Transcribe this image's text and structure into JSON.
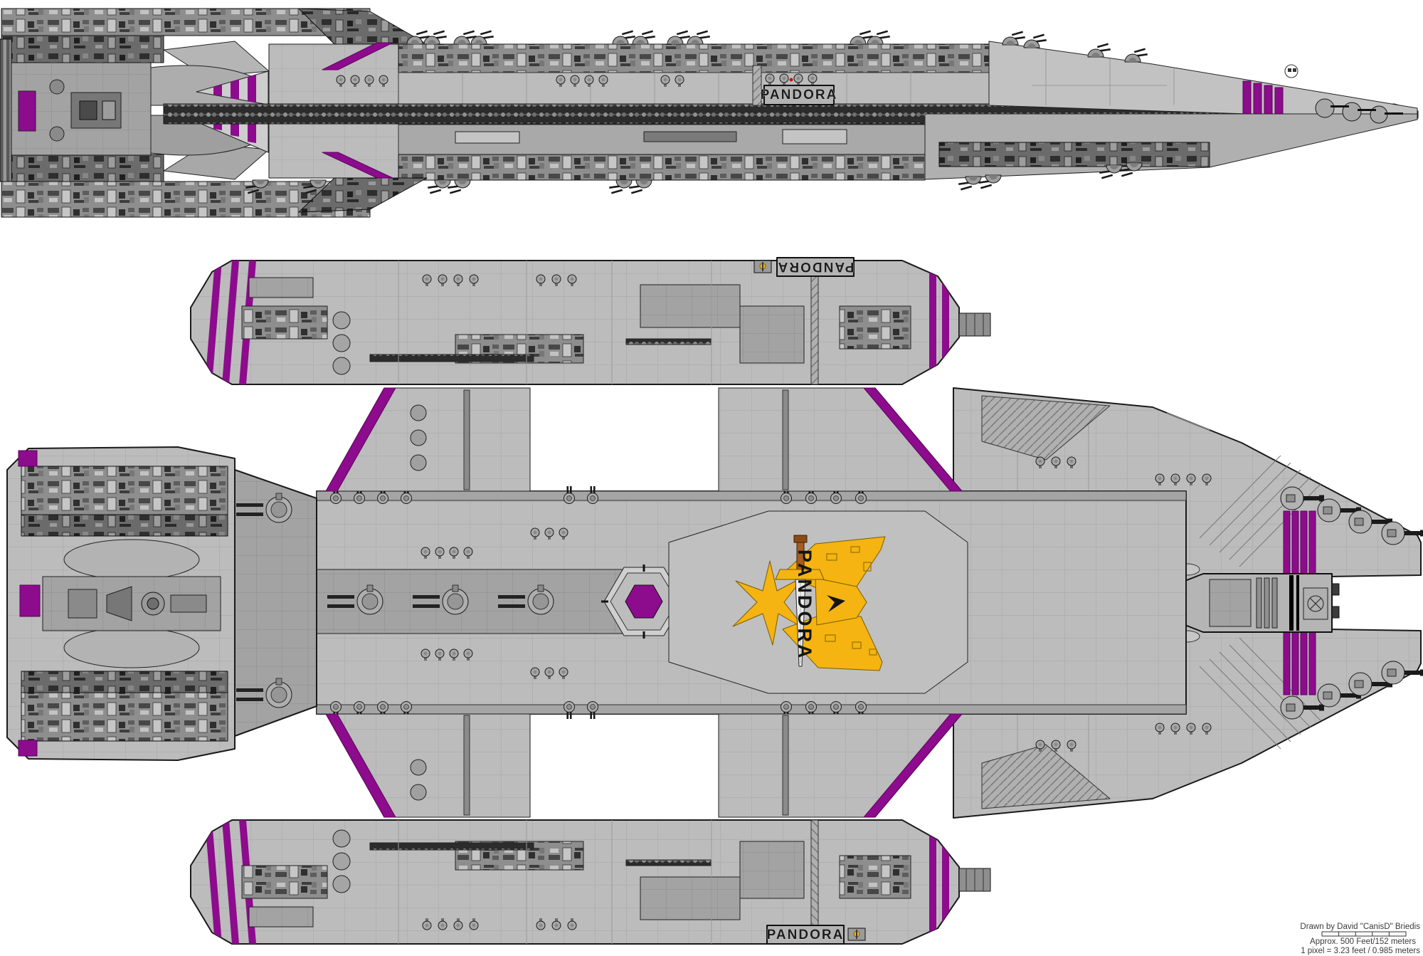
{
  "labels": {
    "side_name": "PANDORA",
    "pod_top_name": "PANDORA",
    "pod_bottom_name": "PANDORA",
    "emblem_name": "PANDORA"
  },
  "credit": {
    "author": "Drawn by David \"CanisD\" Briedis",
    "scale_feet": "Approx. 500 Feet/152 meters",
    "scale_pixel": "1 pixel = 3.23 feet / 0.985 meters",
    "scale_bar_segments": 5
  },
  "colors": {
    "background": "#ffffff",
    "hull_light": "#bcbcbc",
    "hull_mid": "#a3a3a3",
    "hull_dark": "#8e8e8e",
    "machinery_dark": "#4a4a4a",
    "outline": "#1a1a1a",
    "accent_purple": "#8d0b8d",
    "accent_yellow": "#f5b411",
    "accent_red": "#c41212",
    "sword_hilt_brown": "#a85c1e",
    "sword_blade_silver": "#ececec"
  }
}
